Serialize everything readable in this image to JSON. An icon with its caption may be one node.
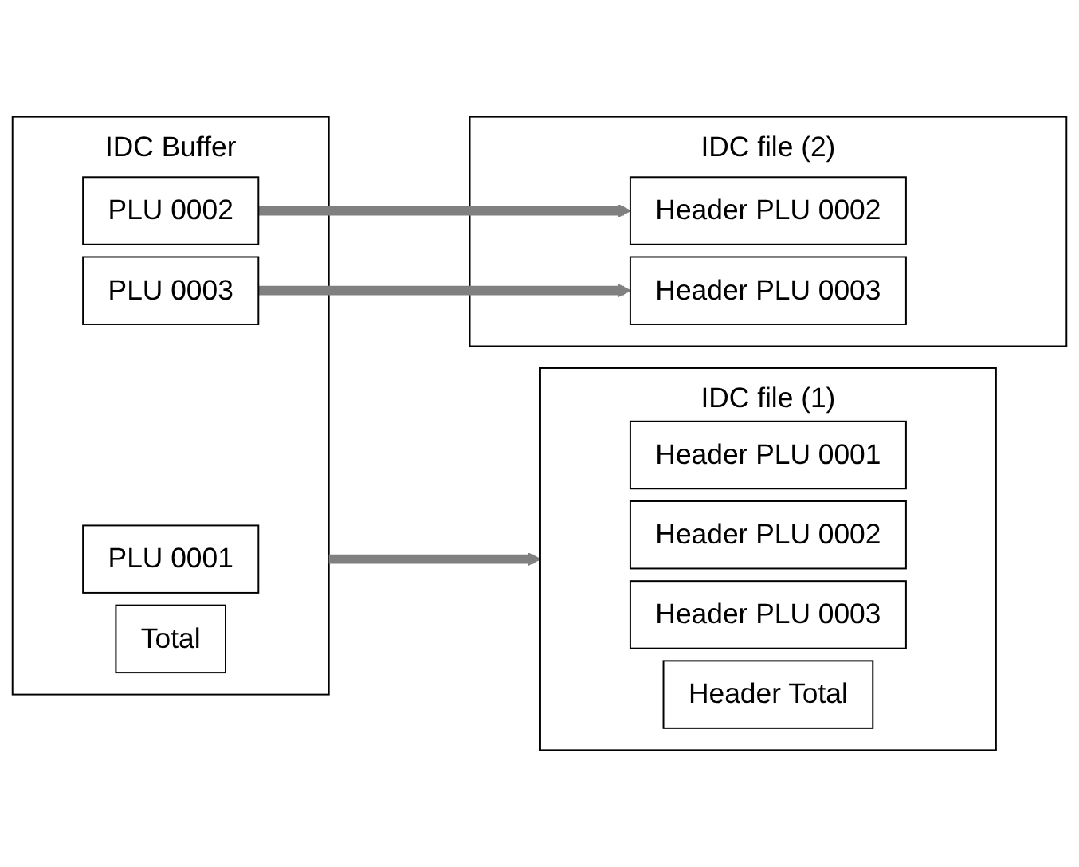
{
  "diagram": {
    "nodes": [
      {
        "text": [
          "IDC Buffer"
        ]
      },
      {
        "text": [
          "PLU 0001"
        ],
        "in": 0
      },
      {
        "text": [
          "PLU 0002"
        ],
        "in": 0
      },
      {
        "text": [
          "PLU 0003"
        ],
        "in": 0
      },
      {
        "text": [
          "Total"
        ],
        "in": 0
      },
      {
        "text": [
          "IDC file (1)"
        ]
      },
      {
        "text": [
          "Header PLU 0001"
        ],
        "in": 5
      },
      {
        "text": [
          "Header PLU 0002"
        ],
        "in": 5
      },
      {
        "text": [
          "Header PLU 0003"
        ],
        "in": 5
      },
      {
        "text": [
          "Header Total"
        ],
        "in": 5
      },
      {
        "text": [
          "IDC file (2)"
        ]
      },
      {
        "text": [
          "Header PLU 0002"
        ],
        "in": 10
      },
      {
        "text": [
          "Header PLU 0003"
        ],
        "in": 10
      }
    ],
    "edges": [
      {
        "from": 0,
        "to": 5,
        "arrow": "to"
      },
      {
        "from": 2,
        "to": 11,
        "arrow": "to"
      },
      {
        "from": 3,
        "to": 12,
        "arrow": "to"
      }
    ]
  }
}
